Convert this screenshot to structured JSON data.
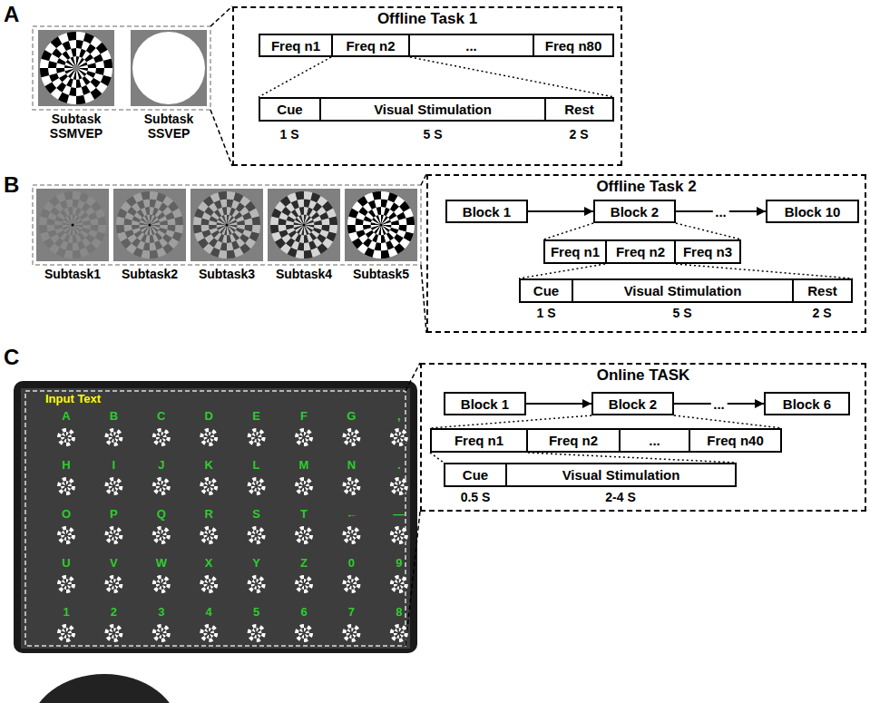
{
  "diagram": {
    "nodes": [
      {
        "text": [
          "Offline Task 1"
        ]
      },
      {
        "text": [
          "Freq n1"
        ],
        "in": 0
      },
      {
        "text": [
          "Freq n2"
        ],
        "in": 0
      },
      {
        "text": [
          "..."
        ],
        "in": 0
      },
      {
        "text": [
          "Freq n80"
        ],
        "in": 0
      },
      {
        "text": [
          "Cue"
        ],
        "in": 0
      },
      {
        "text": [
          "Visual Stimulation"
        ],
        "in": 0
      },
      {
        "text": [
          "Rest"
        ],
        "in": 0
      },
      {
        "text": [
          "Offline Task 2"
        ]
      },
      {
        "text": [
          "Block 1"
        ],
        "in": 8
      },
      {
        "text": [
          "Block 2"
        ],
        "in": 8
      },
      {
        "text": [
          "Block 10"
        ],
        "in": 8
      },
      {
        "text": [
          "Freq n1"
        ],
        "in": 8
      },
      {
        "text": [
          "Freq n2"
        ],
        "in": 8
      },
      {
        "text": [
          "Freq n3"
        ],
        "in": 8
      },
      {
        "text": [
          "Cue"
        ],
        "in": 8
      },
      {
        "text": [
          "Visual Stimulation"
        ],
        "in": 8
      },
      {
        "text": [
          "Rest"
        ],
        "in": 8
      },
      {
        "text": [
          "Online TASK"
        ]
      },
      {
        "text": [
          "Block 1"
        ],
        "in": 18
      },
      {
        "text": [
          "Block 2"
        ],
        "in": 18
      },
      {
        "text": [
          "Block 6"
        ],
        "in": 18
      },
      {
        "text": [
          "Freq n1"
        ],
        "in": 18
      },
      {
        "text": [
          "Freq n2"
        ],
        "in": 18
      },
      {
        "text": [
          "..."
        ],
        "in": 18
      },
      {
        "text": [
          "Freq n40"
        ],
        "in": 18
      },
      {
        "text": [
          "Cue"
        ],
        "in": 18
      },
      {
        "text": [
          "Visual Stimulation"
        ],
        "in": 18
      }
    ],
    "edges": [
      {
        "from": 2,
        "to": 5,
        "arrow": "none"
      },
      {
        "from": 2,
        "to": 7,
        "arrow": "none"
      },
      {
        "from": 9,
        "to": 10,
        "arrow": "to"
      },
      {
        "from": 10,
        "to": 11,
        "arrow": "to",
        "label": "..."
      },
      {
        "from": 10,
        "to": 12,
        "arrow": "none"
      },
      {
        "from": 10,
        "to": 14,
        "arrow": "none"
      },
      {
        "from": 13,
        "to": 15,
        "arrow": "none"
      },
      {
        "from": 13,
        "to": 17,
        "arrow": "none"
      },
      {
        "from": 19,
        "to": 20,
        "arrow": "to"
      },
      {
        "from": 20,
        "to": 21,
        "arrow": "to",
        "label": "..."
      },
      {
        "from": 20,
        "to": 22,
        "arrow": "none"
      },
      {
        "from": 20,
        "to": 25,
        "arrow": "none"
      },
      {
        "from": 22,
        "to": 26,
        "arrow": "none"
      },
      {
        "from": 22,
        "to": 27,
        "arrow": "none"
      }
    ],
    "labels": [
      "A",
      "Subtask SSMVEP",
      "Subtask SSVEP",
      "1 S",
      "5 S",
      "2 S",
      "B",
      "Subtask1",
      "Subtask2",
      "Subtask3",
      "Subtask4",
      "Subtask5",
      "1 S",
      "5 S",
      "2 S",
      "C",
      "Input Text",
      "A",
      "B",
      "C",
      "D",
      "E",
      "F",
      "G",
      ",",
      "H",
      "I",
      "J",
      "K",
      "L",
      "M",
      "N",
      ".",
      "O",
      "P",
      "Q",
      "R",
      "S",
      "T",
      "←",
      "—",
      "U",
      "V",
      "W",
      "X",
      "Y",
      "Z",
      "0",
      "9",
      "1",
      "2",
      "3",
      "4",
      "5",
      "6",
      "7",
      "8",
      "0.5 S",
      "2-4 S"
    ]
  }
}
